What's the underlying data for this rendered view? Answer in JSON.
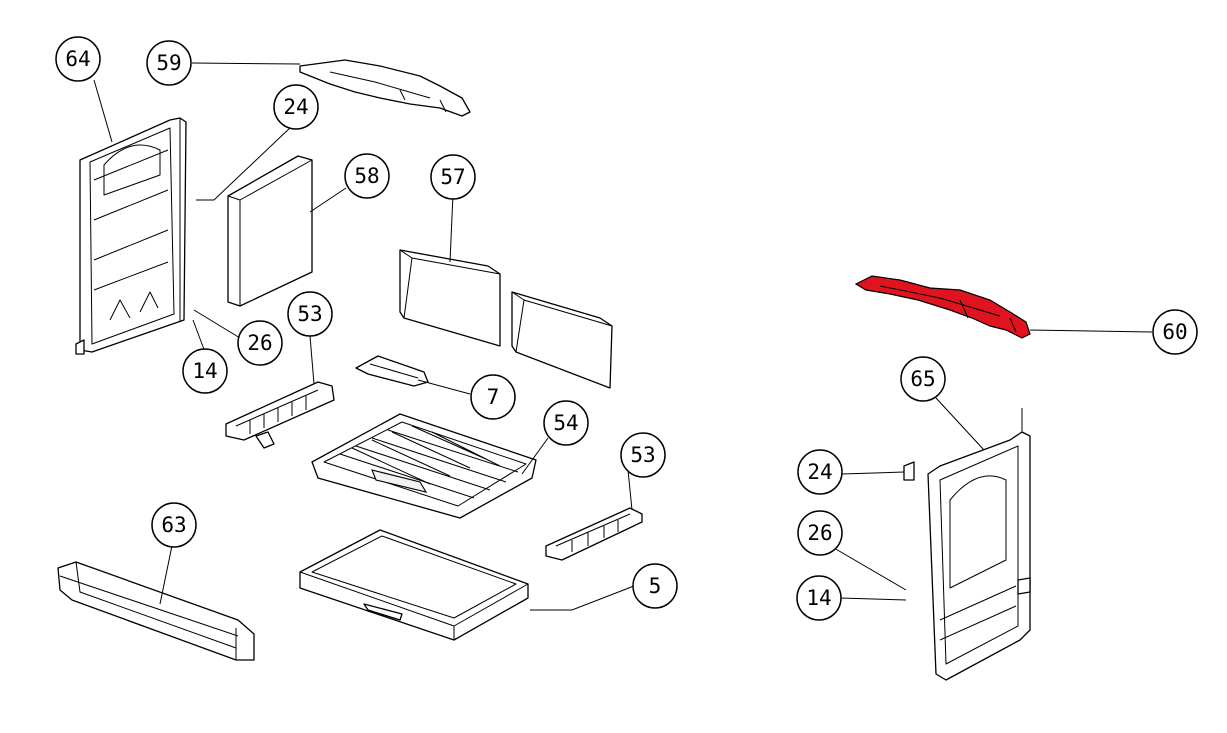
{
  "diagram": {
    "highlight_color": "#e0141e",
    "callouts": [
      {
        "id": "c64",
        "label": "64"
      },
      {
        "id": "c59",
        "label": "59"
      },
      {
        "id": "c24a",
        "label": "24"
      },
      {
        "id": "c58",
        "label": "58"
      },
      {
        "id": "c57",
        "label": "57"
      },
      {
        "id": "c53a",
        "label": "53"
      },
      {
        "id": "c26a",
        "label": "26"
      },
      {
        "id": "c14a",
        "label": "14"
      },
      {
        "id": "c7",
        "label": "7"
      },
      {
        "id": "c54",
        "label": "54"
      },
      {
        "id": "c53b",
        "label": "53"
      },
      {
        "id": "c63",
        "label": "63"
      },
      {
        "id": "c5",
        "label": "5"
      },
      {
        "id": "c60",
        "label": "60"
      },
      {
        "id": "c65",
        "label": "65"
      },
      {
        "id": "c24b",
        "label": "24"
      },
      {
        "id": "c26b",
        "label": "26"
      },
      {
        "id": "c14b",
        "label": "14"
      }
    ]
  }
}
